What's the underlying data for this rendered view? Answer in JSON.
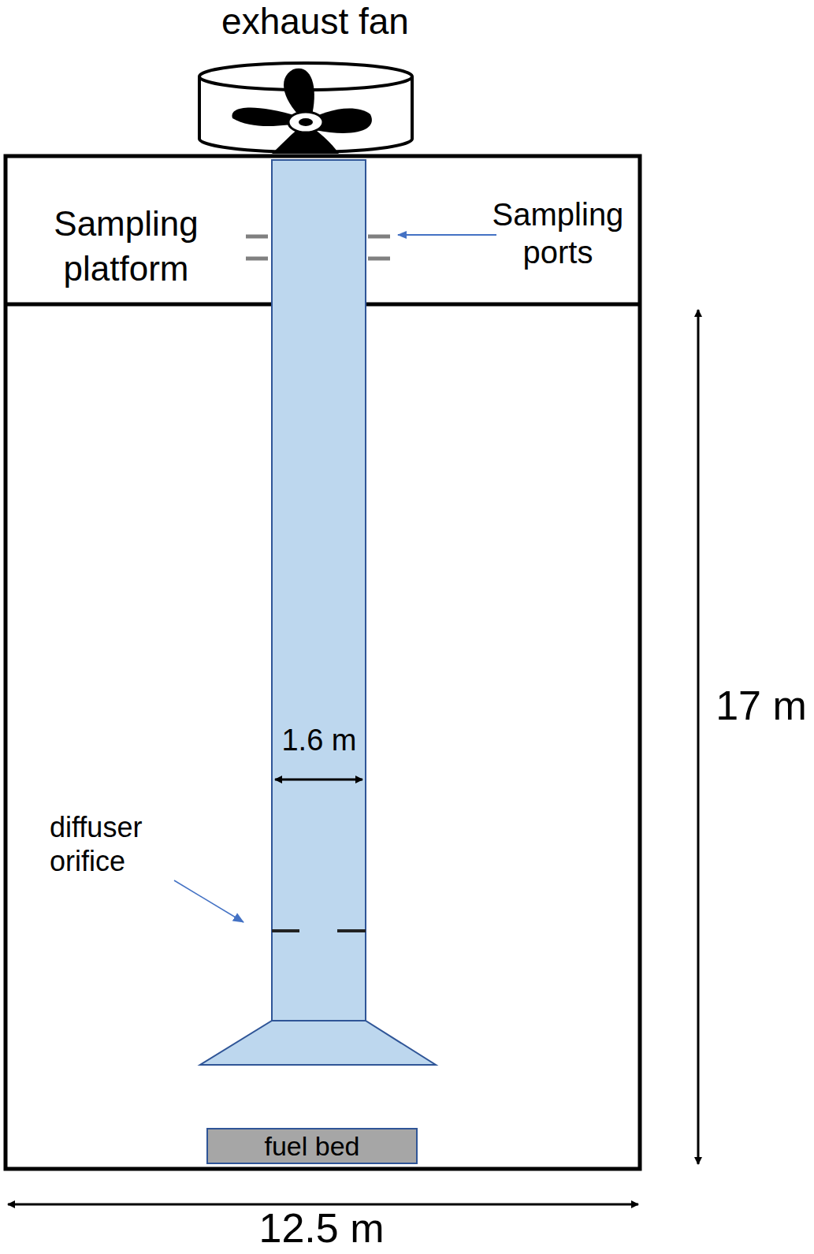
{
  "diagram": {
    "nodes": [
      {
        "text": [
          "Sampling platform"
        ]
      },
      {
        "text": [
          "fuel bed"
        ]
      }
    ],
    "labels": [
      "exhaust fan",
      "Sampling ports",
      "1.6 m",
      "diffuser orifice",
      "17 m",
      "12.5 m"
    ]
  }
}
